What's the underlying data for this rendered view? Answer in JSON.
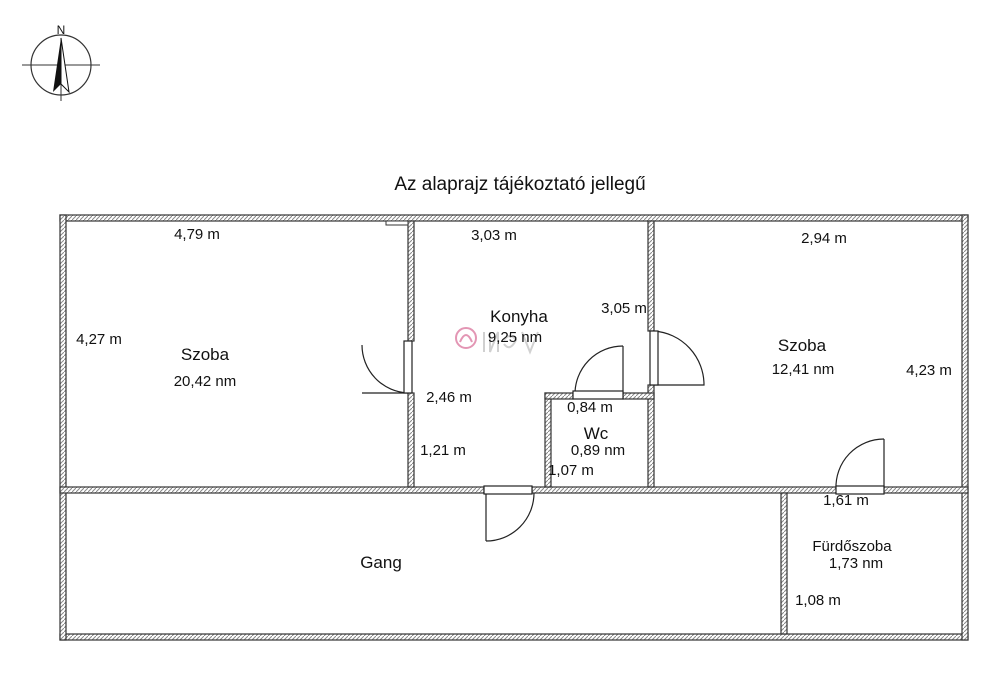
{
  "title": "Az alaprajz tájékoztató jellegű",
  "compass": {
    "label": "N",
    "icon": "north-arrow-icon"
  },
  "watermark": "Duna House / ingatlan logo",
  "rooms": [
    {
      "id": "szoba-left",
      "name": "Szoba",
      "area": "20,42 nm"
    },
    {
      "id": "konyha",
      "name": "Konyha",
      "area": "9,25 nm"
    },
    {
      "id": "szoba-right",
      "name": "Szoba",
      "area": "12,41 nm"
    },
    {
      "id": "wc",
      "name": "Wc",
      "area": "0,89 nm"
    },
    {
      "id": "gang",
      "name": "Gang",
      "area": ""
    },
    {
      "id": "furdoszoba",
      "name": "Fürdőszoba",
      "area": "1,73 nm"
    }
  ],
  "dimensions": [
    "4,79 m",
    "3,03 m",
    "2,94 m",
    "4,27 m",
    "3,05 m",
    "4,23 m",
    "2,46 m",
    "0,84 m",
    "1,21 m",
    "1,07 m",
    "1,61 m",
    "1,08 m"
  ],
  "colors": {
    "wall": "#333333",
    "hatch": "#bbbbbb",
    "door": "#222222"
  }
}
